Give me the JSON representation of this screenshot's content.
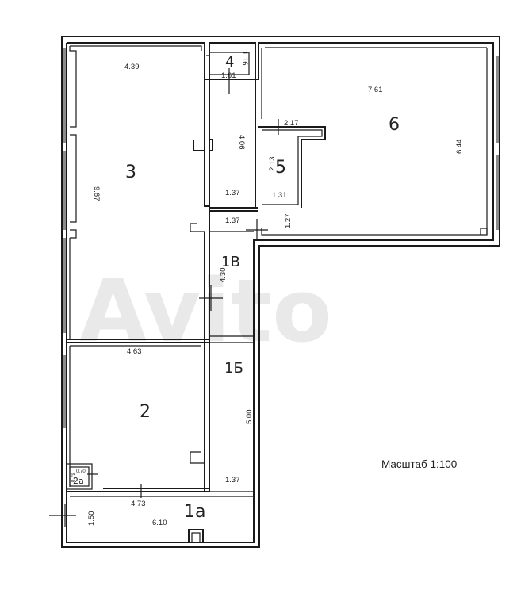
{
  "watermark": "Avito",
  "scale_label": "Масштаб 1:100",
  "rooms": {
    "r1a": "1а",
    "r1b": "1Б",
    "r1v": "1В",
    "r2": "2",
    "r2a": "2а",
    "r3": "3",
    "r4": "4",
    "r5": "5",
    "r6": "6"
  },
  "dimensions": {
    "r3_width": "4.39",
    "r3_height": "9.67",
    "r4_width": "1.61",
    "r4_height": "1.16",
    "closet_height": "4.06",
    "closet_width": "1.37",
    "corridor_top_width": "1.37",
    "r1v_length": "4.30",
    "r2_width_top": "4.63",
    "r2_width_bottom": "4.73",
    "r2a_width": "0.70",
    "r2a_height": "0.79",
    "r1b_length": "5.00",
    "r1b_width": "1.37",
    "r1a_height": "1.50",
    "r1a_width": "6.10",
    "r5_width": "2.17",
    "r5_height": "2.13",
    "r5_bottom": "1.31",
    "r6_width": "7.61",
    "r6_height": "6.44",
    "passage_height": "1.27"
  }
}
